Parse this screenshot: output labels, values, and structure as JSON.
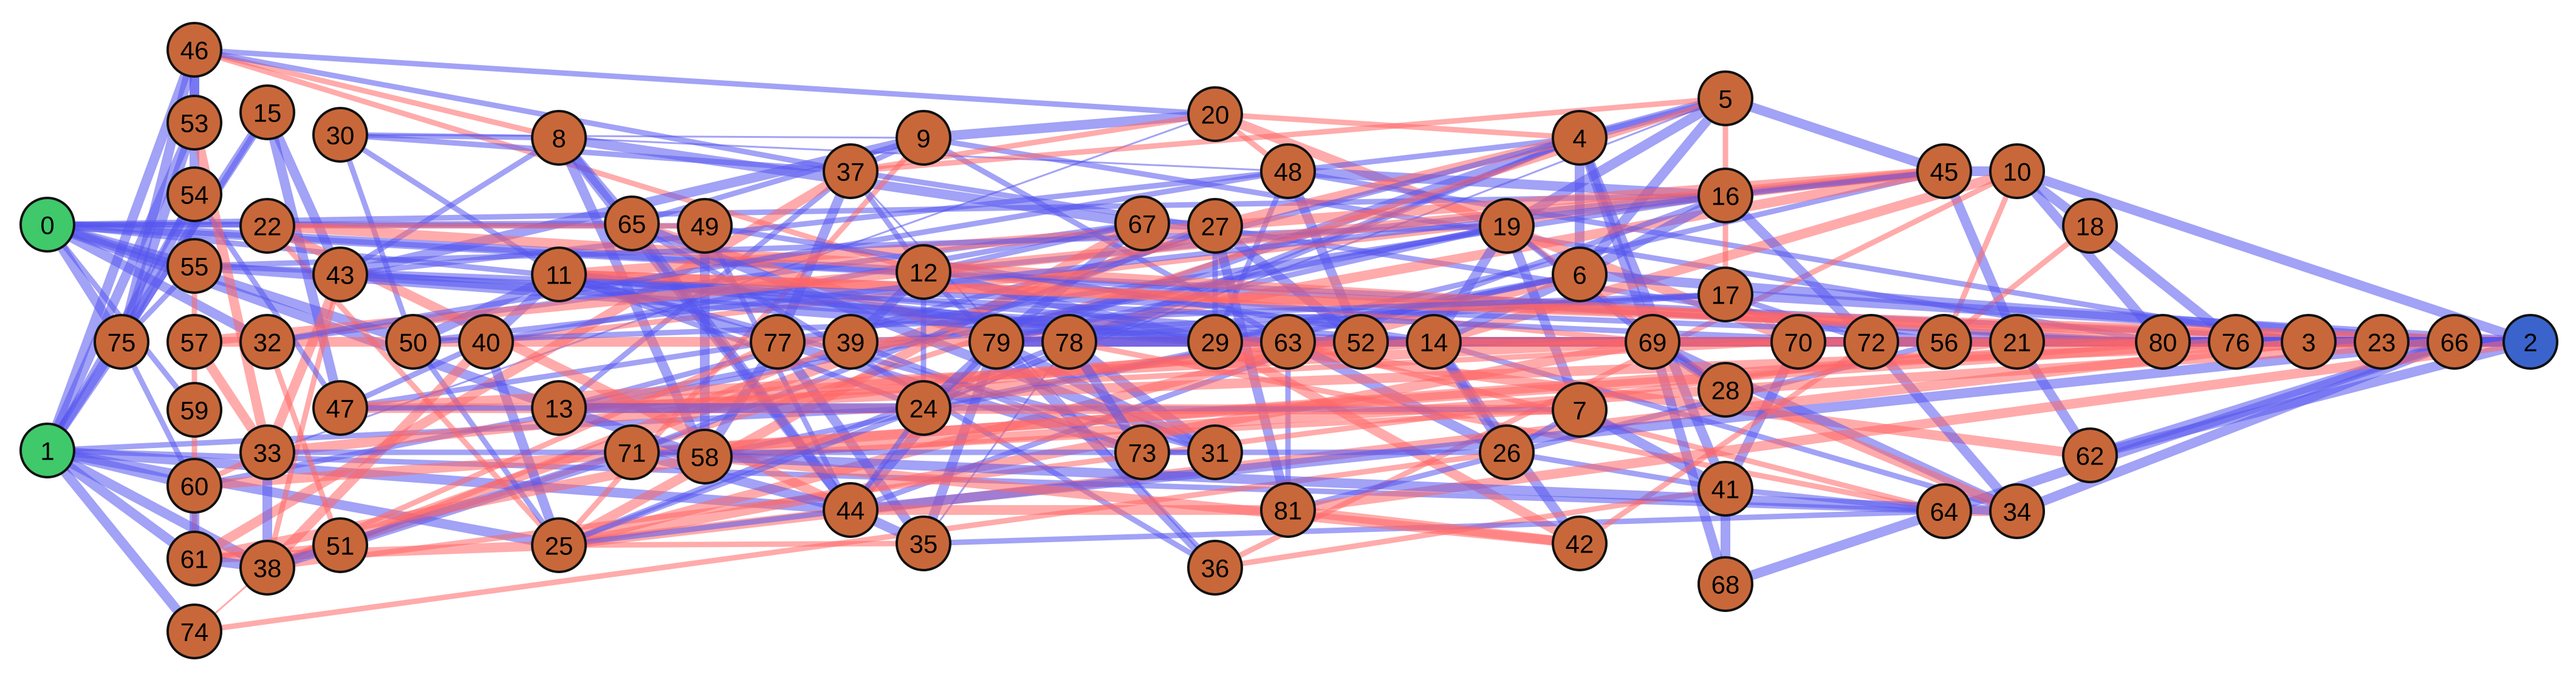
{
  "colors": {
    "node_default": "#c8683a",
    "node_source": "#3fc96b",
    "node_sink": "#3a64cc",
    "edge_positive": "#5555ee",
    "edge_negative": "#ff6666",
    "node_stroke": "#111111"
  },
  "nodes": [
    {
      "id": "0",
      "role": "source"
    },
    {
      "id": "1",
      "role": "source"
    },
    {
      "id": "2",
      "role": "sink"
    },
    {
      "id": "3"
    },
    {
      "id": "4"
    },
    {
      "id": "5"
    },
    {
      "id": "6"
    },
    {
      "id": "7"
    },
    {
      "id": "8"
    },
    {
      "id": "9"
    },
    {
      "id": "10"
    },
    {
      "id": "11"
    },
    {
      "id": "12"
    },
    {
      "id": "13"
    },
    {
      "id": "14"
    },
    {
      "id": "15"
    },
    {
      "id": "16"
    },
    {
      "id": "17"
    },
    {
      "id": "18"
    },
    {
      "id": "19"
    },
    {
      "id": "20"
    },
    {
      "id": "21"
    },
    {
      "id": "22"
    },
    {
      "id": "23"
    },
    {
      "id": "24"
    },
    {
      "id": "25"
    },
    {
      "id": "26"
    },
    {
      "id": "27"
    },
    {
      "id": "28"
    },
    {
      "id": "29"
    },
    {
      "id": "30"
    },
    {
      "id": "31"
    },
    {
      "id": "32"
    },
    {
      "id": "33"
    },
    {
      "id": "34"
    },
    {
      "id": "35"
    },
    {
      "id": "36"
    },
    {
      "id": "37"
    },
    {
      "id": "38"
    },
    {
      "id": "39"
    },
    {
      "id": "40"
    },
    {
      "id": "41"
    },
    {
      "id": "42"
    },
    {
      "id": "43"
    },
    {
      "id": "44"
    },
    {
      "id": "45"
    },
    {
      "id": "46"
    },
    {
      "id": "47"
    },
    {
      "id": "48"
    },
    {
      "id": "49"
    },
    {
      "id": "50"
    },
    {
      "id": "51"
    },
    {
      "id": "52"
    },
    {
      "id": "53"
    },
    {
      "id": "54"
    },
    {
      "id": "55"
    },
    {
      "id": "56"
    },
    {
      "id": "57"
    },
    {
      "id": "58"
    },
    {
      "id": "59"
    },
    {
      "id": "60"
    },
    {
      "id": "61"
    },
    {
      "id": "62"
    },
    {
      "id": "63"
    },
    {
      "id": "64"
    },
    {
      "id": "65"
    },
    {
      "id": "66"
    },
    {
      "id": "67"
    },
    {
      "id": "68"
    },
    {
      "id": "69"
    },
    {
      "id": "70"
    },
    {
      "id": "71"
    },
    {
      "id": "72"
    },
    {
      "id": "73"
    },
    {
      "id": "74"
    },
    {
      "id": "75"
    },
    {
      "id": "76"
    },
    {
      "id": "77"
    },
    {
      "id": "78"
    },
    {
      "id": "79"
    },
    {
      "id": "80"
    },
    {
      "id": "81"
    }
  ],
  "edges": [
    [
      "0",
      "75",
      "pos",
      3
    ],
    [
      "0",
      "55",
      "pos",
      3
    ],
    [
      "0",
      "59",
      "pos",
      2
    ],
    [
      "0",
      "32",
      "pos",
      3
    ],
    [
      "0",
      "50",
      "pos",
      3
    ],
    [
      "0",
      "13",
      "pos",
      3
    ],
    [
      "0",
      "12",
      "pos",
      3
    ],
    [
      "0",
      "65",
      "pos",
      2
    ],
    [
      "0",
      "16",
      "pos",
      2
    ],
    [
      "0",
      "29",
      "pos",
      2
    ],
    [
      "0",
      "49",
      "pos",
      2
    ],
    [
      "0",
      "80",
      "pos",
      2
    ],
    [
      "1",
      "75",
      "pos",
      3
    ],
    [
      "1",
      "46",
      "pos",
      3
    ],
    [
      "1",
      "53",
      "pos",
      3
    ],
    [
      "1",
      "54",
      "pos",
      2
    ],
    [
      "1",
      "15",
      "pos",
      3
    ],
    [
      "1",
      "74",
      "pos",
      3
    ],
    [
      "1",
      "61",
      "pos",
      3
    ],
    [
      "1",
      "38",
      "pos",
      3
    ],
    [
      "1",
      "60",
      "pos",
      3
    ],
    [
      "1",
      "44",
      "pos",
      3
    ],
    [
      "1",
      "64",
      "pos",
      2
    ],
    [
      "1",
      "25",
      "pos",
      3
    ],
    [
      "1",
      "24",
      "pos",
      2
    ],
    [
      "46",
      "53",
      "pos",
      3
    ],
    [
      "46",
      "54",
      "pos",
      3
    ],
    [
      "46",
      "20",
      "pos",
      2
    ],
    [
      "46",
      "8",
      "neg",
      2
    ],
    [
      "46",
      "12",
      "neg",
      2
    ],
    [
      "46",
      "37",
      "pos",
      2
    ],
    [
      "46",
      "75",
      "pos",
      3
    ],
    [
      "15",
      "43",
      "pos",
      3
    ],
    [
      "15",
      "47",
      "pos",
      3
    ],
    [
      "15",
      "75",
      "pos",
      2
    ],
    [
      "30",
      "37",
      "pos",
      2
    ],
    [
      "30",
      "50",
      "pos",
      2
    ],
    [
      "30",
      "11",
      "pos",
      2
    ],
    [
      "30",
      "8",
      "pos",
      2
    ],
    [
      "30",
      "9",
      "pos",
      1
    ],
    [
      "8",
      "65",
      "pos",
      3
    ],
    [
      "8",
      "58",
      "pos",
      3
    ],
    [
      "8",
      "44",
      "pos",
      3
    ],
    [
      "8",
      "43",
      "pos",
      2
    ],
    [
      "8",
      "67",
      "pos",
      3
    ],
    [
      "8",
      "48",
      "pos",
      1
    ],
    [
      "9",
      "37",
      "pos",
      2
    ],
    [
      "9",
      "25",
      "neg",
      2
    ],
    [
      "9",
      "20",
      "pos",
      3
    ],
    [
      "9",
      "65",
      "pos",
      2
    ],
    [
      "9",
      "80",
      "pos",
      2
    ],
    [
      "9",
      "43",
      "pos",
      3
    ],
    [
      "9",
      "63",
      "pos",
      2
    ],
    [
      "20",
      "48",
      "neg",
      2
    ],
    [
      "20",
      "37",
      "neg",
      2
    ],
    [
      "20",
      "70",
      "neg",
      3
    ],
    [
      "20",
      "4",
      "neg",
      2
    ],
    [
      "20",
      "33",
      "pos",
      1
    ],
    [
      "37",
      "12",
      "pos",
      2
    ],
    [
      "37",
      "77",
      "pos",
      3
    ],
    [
      "37",
      "13",
      "pos",
      2
    ],
    [
      "37",
      "61",
      "neg",
      3
    ],
    [
      "37",
      "36",
      "pos",
      1
    ],
    [
      "37",
      "56",
      "pos",
      2
    ],
    [
      "48",
      "4",
      "pos",
      2
    ],
    [
      "48",
      "52",
      "pos",
      3
    ],
    [
      "48",
      "43",
      "pos",
      2
    ],
    [
      "48",
      "16",
      "pos",
      3
    ],
    [
      "48",
      "29",
      "pos",
      2
    ],
    [
      "48",
      "3",
      "pos",
      2
    ],
    [
      "4",
      "5",
      "pos",
      3
    ],
    [
      "4",
      "6",
      "pos",
      3
    ],
    [
      "4",
      "69",
      "pos",
      3
    ],
    [
      "4",
      "41",
      "pos",
      3
    ],
    [
      "4",
      "79",
      "pos",
      3
    ],
    [
      "4",
      "25",
      "pos",
      2
    ],
    [
      "4",
      "24",
      "pos",
      2
    ],
    [
      "4",
      "27",
      "neg",
      3
    ],
    [
      "5",
      "6",
      "pos",
      3
    ],
    [
      "5",
      "19",
      "pos",
      3
    ],
    [
      "5",
      "45",
      "pos",
      3
    ],
    [
      "5",
      "13",
      "pos",
      2
    ],
    [
      "5",
      "51",
      "neg",
      2
    ],
    [
      "5",
      "37",
      "neg",
      2
    ],
    [
      "5",
      "17",
      "neg",
      2
    ],
    [
      "5",
      "24",
      "pos",
      1
    ],
    [
      "45",
      "10",
      "pos",
      3
    ],
    [
      "45",
      "21",
      "pos",
      3
    ],
    [
      "45",
      "12",
      "pos",
      2
    ],
    [
      "45",
      "29",
      "pos",
      2
    ],
    [
      "45",
      "27",
      "neg",
      3
    ],
    [
      "45",
      "79",
      "neg",
      3
    ],
    [
      "45",
      "40",
      "neg",
      2
    ],
    [
      "10",
      "18",
      "pos",
      3
    ],
    [
      "10",
      "80",
      "pos",
      3
    ],
    [
      "10",
      "56",
      "neg",
      2
    ],
    [
      "10",
      "2",
      "pos",
      3
    ],
    [
      "10",
      "36",
      "neg",
      2
    ],
    [
      "10",
      "14",
      "neg",
      3
    ],
    [
      "18",
      "56",
      "neg",
      2
    ],
    [
      "18",
      "76",
      "pos",
      3
    ],
    [
      "16",
      "72",
      "pos",
      3
    ],
    [
      "16",
      "6",
      "pos",
      3
    ],
    [
      "16",
      "47",
      "pos",
      2
    ],
    [
      "16",
      "44",
      "pos",
      2
    ],
    [
      "19",
      "7",
      "pos",
      3
    ],
    [
      "19",
      "14",
      "pos",
      3
    ],
    [
      "19",
      "28",
      "neg",
      2
    ],
    [
      "19",
      "79",
      "pos",
      2
    ],
    [
      "19",
      "69",
      "pos",
      2
    ],
    [
      "19",
      "13",
      "pos",
      2
    ],
    [
      "19",
      "60",
      "pos",
      2
    ],
    [
      "6",
      "14",
      "pos",
      3
    ],
    [
      "6",
      "29",
      "pos",
      2
    ],
    [
      "6",
      "25",
      "neg",
      3
    ],
    [
      "6",
      "24",
      "pos",
      2
    ],
    [
      "6",
      "66",
      "pos",
      3
    ],
    [
      "6",
      "58",
      "pos",
      2
    ],
    [
      "17",
      "70",
      "neg",
      2
    ],
    [
      "17",
      "72",
      "pos",
      2
    ],
    [
      "17",
      "79",
      "pos",
      2
    ],
    [
      "17",
      "2",
      "pos",
      3
    ],
    [
      "17",
      "39",
      "pos",
      2
    ],
    [
      "67",
      "27",
      "pos",
      3
    ],
    [
      "67",
      "79",
      "pos",
      3
    ],
    [
      "67",
      "25",
      "neg",
      3
    ],
    [
      "67",
      "40",
      "pos",
      2
    ],
    [
      "67",
      "32",
      "pos",
      2
    ],
    [
      "27",
      "52",
      "pos",
      3
    ],
    [
      "27",
      "81",
      "pos",
      3
    ],
    [
      "27",
      "29",
      "pos",
      2
    ],
    [
      "27",
      "11",
      "neg",
      3
    ],
    [
      "27",
      "38",
      "neg",
      3
    ],
    [
      "27",
      "71",
      "pos",
      2
    ],
    [
      "12",
      "29",
      "pos",
      3
    ],
    [
      "12",
      "79",
      "pos",
      2
    ],
    [
      "12",
      "24",
      "pos",
      2
    ],
    [
      "12",
      "23",
      "pos",
      2
    ],
    [
      "12",
      "69",
      "neg",
      2
    ],
    [
      "12",
      "67",
      "pos",
      2
    ],
    [
      "49",
      "58",
      "pos",
      3
    ],
    [
      "49",
      "14",
      "pos",
      2
    ],
    [
      "49",
      "22",
      "neg",
      2
    ],
    [
      "49",
      "44",
      "pos",
      2
    ],
    [
      "65",
      "79",
      "neg",
      3
    ],
    [
      "65",
      "44",
      "pos",
      3
    ],
    [
      "65",
      "31",
      "pos",
      3
    ],
    [
      "65",
      "36",
      "pos",
      2
    ],
    [
      "22",
      "80",
      "neg",
      3
    ],
    [
      "22",
      "44",
      "neg",
      3
    ],
    [
      "22",
      "25",
      "neg",
      2
    ],
    [
      "43",
      "33",
      "neg",
      3
    ],
    [
      "43",
      "38",
      "neg",
      2
    ],
    [
      "43",
      "52",
      "pos",
      3
    ],
    [
      "43",
      "72",
      "pos",
      2
    ],
    [
      "11",
      "40",
      "pos",
      3
    ],
    [
      "11",
      "50",
      "pos",
      3
    ],
    [
      "11",
      "29",
      "pos",
      3
    ],
    [
      "11",
      "14",
      "pos",
      2
    ],
    [
      "11",
      "24",
      "pos",
      2
    ],
    [
      "11",
      "73",
      "pos",
      3
    ],
    [
      "11",
      "31",
      "pos",
      2
    ],
    [
      "11",
      "2",
      "neg",
      3
    ],
    [
      "11",
      "66",
      "neg",
      3
    ],
    [
      "55",
      "75",
      "pos",
      2
    ],
    [
      "55",
      "29",
      "pos",
      3
    ],
    [
      "55",
      "19",
      "pos",
      2
    ],
    [
      "55",
      "80",
      "pos",
      2
    ],
    [
      "55",
      "61",
      "neg",
      2
    ],
    [
      "57",
      "33",
      "neg",
      3
    ],
    [
      "57",
      "45",
      "neg",
      3
    ],
    [
      "57",
      "69",
      "neg",
      3
    ],
    [
      "32",
      "51",
      "neg",
      2
    ],
    [
      "32",
      "48",
      "pos",
      2
    ],
    [
      "50",
      "25",
      "pos",
      2
    ],
    [
      "50",
      "17",
      "pos",
      2
    ],
    [
      "50",
      "45",
      "pos",
      2
    ],
    [
      "40",
      "25",
      "pos",
      3
    ],
    [
      "40",
      "38",
      "neg",
      3
    ],
    [
      "40",
      "47",
      "pos",
      2
    ],
    [
      "77",
      "35",
      "pos",
      3
    ],
    [
      "77",
      "38",
      "neg",
      2
    ],
    [
      "77",
      "58",
      "pos",
      3
    ],
    [
      "39",
      "73",
      "pos",
      2
    ],
    [
      "39",
      "51",
      "neg",
      2
    ],
    [
      "39",
      "12",
      "pos",
      3
    ],
    [
      "79",
      "36",
      "pos",
      3
    ],
    [
      "79",
      "44",
      "pos",
      3
    ],
    [
      "79",
      "31",
      "pos",
      3
    ],
    [
      "79",
      "35",
      "pos",
      3
    ],
    [
      "79",
      "76",
      "pos",
      3
    ],
    [
      "79",
      "2",
      "pos",
      3
    ],
    [
      "78",
      "31",
      "pos",
      3
    ],
    [
      "78",
      "64",
      "neg",
      2
    ],
    [
      "78",
      "35",
      "pos",
      1
    ],
    [
      "29",
      "42",
      "neg",
      3
    ],
    [
      "29",
      "62",
      "neg",
      3
    ],
    [
      "29",
      "3",
      "neg",
      3
    ],
    [
      "63",
      "26",
      "pos",
      3
    ],
    [
      "63",
      "81",
      "pos",
      2
    ],
    [
      "63",
      "64",
      "neg",
      2
    ],
    [
      "52",
      "80",
      "pos",
      3
    ],
    [
      "52",
      "33",
      "neg",
      3
    ],
    [
      "14",
      "34",
      "pos",
      2
    ],
    [
      "14",
      "26",
      "pos",
      3
    ],
    [
      "14",
      "3",
      "neg",
      3
    ],
    [
      "14",
      "13",
      "neg",
      3
    ],
    [
      "14",
      "42",
      "pos",
      3
    ],
    [
      "69",
      "34",
      "pos",
      3
    ],
    [
      "69",
      "68",
      "pos",
      3
    ],
    [
      "69",
      "28",
      "pos",
      3
    ],
    [
      "69",
      "25",
      "neg",
      3
    ],
    [
      "69",
      "47",
      "neg",
      3
    ],
    [
      "70",
      "41",
      "pos",
      3
    ],
    [
      "70",
      "13",
      "neg",
      2
    ],
    [
      "72",
      "34",
      "pos",
      3
    ],
    [
      "72",
      "14",
      "neg",
      2
    ],
    [
      "56",
      "3",
      "neg",
      2
    ],
    [
      "56",
      "81",
      "pos",
      2
    ],
    [
      "21",
      "62",
      "pos",
      3
    ],
    [
      "21",
      "38",
      "neg",
      2
    ],
    [
      "80",
      "76",
      "pos",
      3
    ],
    [
      "80",
      "3",
      "pos",
      3
    ],
    [
      "80",
      "23",
      "pos",
      3
    ],
    [
      "80",
      "66",
      "pos",
      3
    ],
    [
      "80",
      "60",
      "neg",
      3
    ],
    [
      "76",
      "3",
      "pos",
      3
    ],
    [
      "76",
      "2",
      "pos",
      3
    ],
    [
      "76",
      "71",
      "neg",
      3
    ],
    [
      "3",
      "23",
      "pos",
      3
    ],
    [
      "3",
      "2",
      "pos",
      3
    ],
    [
      "3",
      "25",
      "neg",
      3
    ],
    [
      "23",
      "66",
      "pos",
      3
    ],
    [
      "23",
      "2",
      "pos",
      3
    ],
    [
      "23",
      "13",
      "neg",
      3
    ],
    [
      "66",
      "2",
      "pos",
      3
    ],
    [
      "66",
      "64",
      "pos",
      3
    ],
    [
      "66",
      "44",
      "pos",
      3
    ],
    [
      "66",
      "62",
      "pos",
      3
    ],
    [
      "66",
      "34",
      "pos",
      3
    ],
    [
      "66",
      "58",
      "neg",
      3
    ],
    [
      "7",
      "26",
      "pos",
      2
    ],
    [
      "7",
      "41",
      "pos",
      3
    ],
    [
      "7",
      "24",
      "pos",
      2
    ],
    [
      "7",
      "47",
      "neg",
      3
    ],
    [
      "7",
      "58",
      "neg",
      2
    ],
    [
      "28",
      "34",
      "neg",
      3
    ],
    [
      "28",
      "69",
      "pos",
      2
    ],
    [
      "26",
      "41",
      "pos",
      2
    ],
    [
      "26",
      "33",
      "pos",
      2
    ],
    [
      "26",
      "74",
      "neg",
      2
    ],
    [
      "41",
      "68",
      "pos",
      3
    ],
    [
      "41",
      "64",
      "pos",
      2
    ],
    [
      "41",
      "36",
      "neg",
      2
    ],
    [
      "64",
      "34",
      "neg",
      3
    ],
    [
      "64",
      "68",
      "pos",
      3
    ],
    [
      "64",
      "35",
      "pos",
      2
    ],
    [
      "62",
      "2",
      "pos",
      3
    ],
    [
      "42",
      "72",
      "neg",
      2
    ],
    [
      "42",
      "58",
      "neg",
      3
    ],
    [
      "81",
      "2",
      "neg",
      3
    ],
    [
      "81",
      "42",
      "neg",
      3
    ],
    [
      "81",
      "44",
      "neg",
      3
    ],
    [
      "13",
      "24",
      "pos",
      3
    ],
    [
      "13",
      "47",
      "pos",
      2
    ],
    [
      "13",
      "58",
      "pos",
      3
    ],
    [
      "71",
      "51",
      "pos",
      3
    ],
    [
      "71",
      "58",
      "pos",
      2
    ],
    [
      "71",
      "44",
      "pos",
      3
    ],
    [
      "24",
      "44",
      "pos",
      2
    ],
    [
      "24",
      "79",
      "pos",
      3
    ],
    [
      "24",
      "25",
      "pos",
      2
    ],
    [
      "73",
      "31",
      "pos",
      2
    ],
    [
      "73",
      "78",
      "pos",
      3
    ],
    [
      "44",
      "35",
      "pos",
      3
    ],
    [
      "44",
      "25",
      "pos",
      2
    ],
    [
      "25",
      "35",
      "neg",
      2
    ],
    [
      "25",
      "61",
      "neg",
      3
    ],
    [
      "51",
      "38",
      "pos",
      3
    ],
    [
      "51",
      "61",
      "neg",
      2
    ],
    [
      "47",
      "54",
      "pos",
      2
    ],
    [
      "33",
      "38",
      "pos",
      3
    ],
    [
      "33",
      "53",
      "neg",
      3
    ],
    [
      "33",
      "60",
      "neg",
      2
    ],
    [
      "38",
      "61",
      "pos",
      3
    ],
    [
      "38",
      "74",
      "neg",
      1
    ],
    [
      "60",
      "75",
      "pos",
      2
    ],
    [
      "60",
      "61",
      "pos",
      3
    ],
    [
      "75",
      "54",
      "pos",
      3
    ],
    [
      "75",
      "53",
      "pos",
      3
    ],
    [
      "58",
      "34",
      "pos",
      3
    ],
    [
      "58",
      "61",
      "neg",
      3
    ]
  ]
}
